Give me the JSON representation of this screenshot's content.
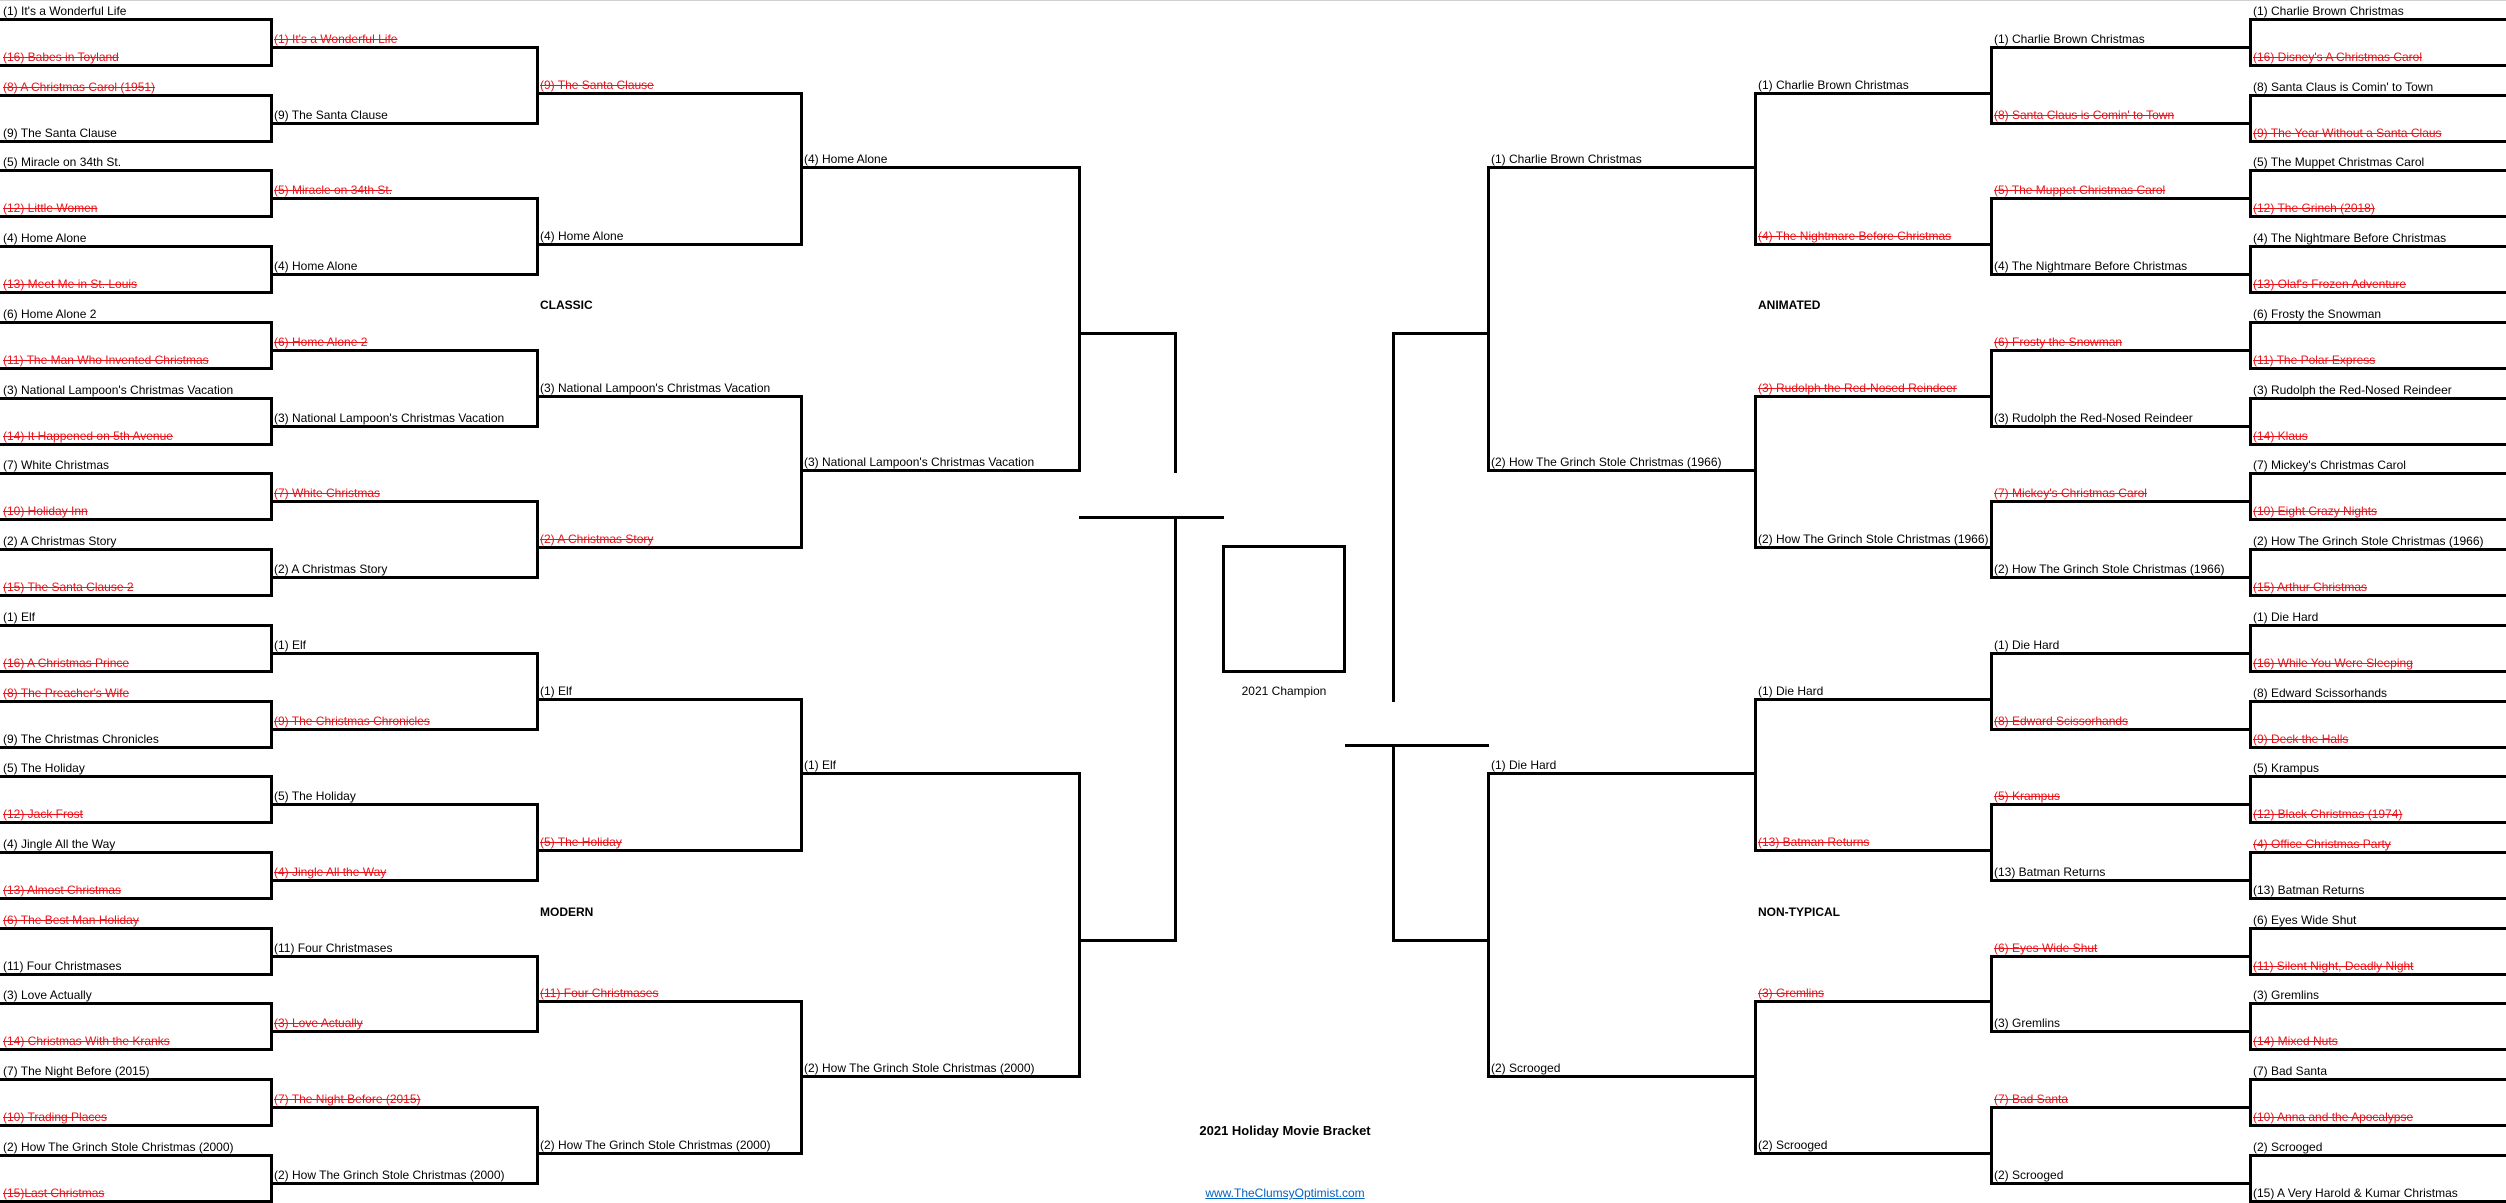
{
  "title": "2021 Holiday Movie Bracket",
  "website": "www.TheClumsyOptimist.com",
  "champion_label": "2021 Champion",
  "regions": {
    "classic": "CLASSIC",
    "modern": "MODERN",
    "animated": "ANIMATED",
    "non_typical": "NON-TYPICAL"
  },
  "colors": {
    "eliminated": "#e8141b",
    "link": "#0563c1",
    "line": "#000000"
  },
  "left": {
    "round1": [
      {
        "name": "(1) It's a Wonderful Life",
        "eliminated": false
      },
      {
        "name": "(16) Babes in Toyland",
        "eliminated": true
      },
      {
        "name": "(8) A Christmas Carol (1951)",
        "eliminated": true
      },
      {
        "name": "(9) The Santa Clause",
        "eliminated": false
      },
      {
        "name": "(5) Miracle on 34th St.",
        "eliminated": false
      },
      {
        "name": "(12) Little Women",
        "eliminated": true
      },
      {
        "name": "(4) Home Alone",
        "eliminated": false
      },
      {
        "name": "(13) Meet Me in St. Louis",
        "eliminated": true
      },
      {
        "name": "(6) Home Alone 2",
        "eliminated": false
      },
      {
        "name": "(11) The Man Who Invented Christmas",
        "eliminated": true
      },
      {
        "name": "(3) National Lampoon's Christmas Vacation",
        "eliminated": false
      },
      {
        "name": "(14) It Happened on 5th Avenue",
        "eliminated": true
      },
      {
        "name": "(7) White Christmas",
        "eliminated": false
      },
      {
        "name": "(10) Holiday Inn",
        "eliminated": true
      },
      {
        "name": "(2) A Christmas Story",
        "eliminated": false
      },
      {
        "name": "(15) The Santa Clause 2",
        "eliminated": true
      },
      {
        "name": "(1) Elf",
        "eliminated": false
      },
      {
        "name": "(16) A Christmas Prince",
        "eliminated": true
      },
      {
        "name": "(8) The Preacher's Wife",
        "eliminated": true
      },
      {
        "name": "(9) The Christmas Chronicles",
        "eliminated": false
      },
      {
        "name": "(5) The Holiday",
        "eliminated": false
      },
      {
        "name": "(12) Jack Frost",
        "eliminated": true
      },
      {
        "name": "(4) Jingle All the Way",
        "eliminated": false
      },
      {
        "name": "(13) Almost Christmas",
        "eliminated": true
      },
      {
        "name": "(6) The Best Man Holiday",
        "eliminated": true
      },
      {
        "name": "(11) Four Christmases",
        "eliminated": false
      },
      {
        "name": "(3) Love Actually",
        "eliminated": false
      },
      {
        "name": "(14) Christmas With the Kranks",
        "eliminated": true
      },
      {
        "name": "(7) The Night Before (2015)",
        "eliminated": false
      },
      {
        "name": "(10) Trading Places",
        "eliminated": true
      },
      {
        "name": "(2) How The Grinch Stole Christmas (2000)",
        "eliminated": false
      },
      {
        "name": "(15)Last Christmas",
        "eliminated": true
      }
    ],
    "round2": [
      {
        "name": "(1) It's a Wonderful Life",
        "eliminated": true
      },
      {
        "name": "(9) The Santa Clause",
        "eliminated": false
      },
      {
        "name": "(5) Miracle on 34th St.",
        "eliminated": true
      },
      {
        "name": "(4) Home Alone",
        "eliminated": false
      },
      {
        "name": "(6) Home Alone 2",
        "eliminated": true
      },
      {
        "name": "(3) National Lampoon's Christmas Vacation",
        "eliminated": false
      },
      {
        "name": "(7) White Christmas",
        "eliminated": true
      },
      {
        "name": "(2) A Christmas Story",
        "eliminated": false
      },
      {
        "name": "(1) Elf",
        "eliminated": false
      },
      {
        "name": "(9) The Christmas Chronicles",
        "eliminated": true
      },
      {
        "name": "(5) The Holiday",
        "eliminated": false
      },
      {
        "name": "(4) Jingle All the Way",
        "eliminated": true
      },
      {
        "name": "(11) Four Christmases",
        "eliminated": false
      },
      {
        "name": "(3) Love Actually",
        "eliminated": true
      },
      {
        "name": "(7) The Night Before (2015)",
        "eliminated": true
      },
      {
        "name": "(2) How The Grinch Stole Christmas (2000)",
        "eliminated": false
      }
    ],
    "round3": [
      {
        "name": "(9) The Santa Clause",
        "eliminated": true
      },
      {
        "name": "(4) Home Alone",
        "eliminated": false
      },
      {
        "name": "(3) National Lampoon's Christmas Vacation",
        "eliminated": false
      },
      {
        "name": "(2) A Christmas Story",
        "eliminated": true
      },
      {
        "name": "(1) Elf",
        "eliminated": false
      },
      {
        "name": "(5) The Holiday",
        "eliminated": true
      },
      {
        "name": "(11) Four Christmases",
        "eliminated": true
      },
      {
        "name": "(2) How The Grinch Stole Christmas (2000)",
        "eliminated": false
      }
    ],
    "round4": [
      {
        "name": "(4) Home Alone",
        "eliminated": false
      },
      {
        "name": "(3) National Lampoon's Christmas Vacation",
        "eliminated": false
      },
      {
        "name": "(1) Elf",
        "eliminated": false
      },
      {
        "name": "(2) How The Grinch Stole Christmas (2000)",
        "eliminated": false
      }
    ]
  },
  "right": {
    "round1": [
      {
        "name": "(1) Charlie Brown Christmas",
        "eliminated": false
      },
      {
        "name": "(16) Disney's A Christmas Carol",
        "eliminated": true
      },
      {
        "name": "(8) Santa Claus is Comin' to Town",
        "eliminated": false
      },
      {
        "name": "(9) The Year Without a Santa Claus",
        "eliminated": true
      },
      {
        "name": "(5) The Muppet Christmas Carol",
        "eliminated": false
      },
      {
        "name": "(12) The Grinch (2018)",
        "eliminated": true
      },
      {
        "name": "(4) The Nightmare Before Christmas",
        "eliminated": false
      },
      {
        "name": "(13) Olaf's Frozen Adventure",
        "eliminated": true
      },
      {
        "name": "(6) Frosty the Snowman",
        "eliminated": false
      },
      {
        "name": "(11) The Polar Express",
        "eliminated": true
      },
      {
        "name": "(3) Rudolph the Red-Nosed Reindeer",
        "eliminated": false
      },
      {
        "name": "(14) Klaus",
        "eliminated": true
      },
      {
        "name": "(7) Mickey's Christmas Carol",
        "eliminated": false
      },
      {
        "name": "(10) Eight Crazy Nights",
        "eliminated": true
      },
      {
        "name": "(2) How The Grinch Stole Christmas (1966)",
        "eliminated": false
      },
      {
        "name": "(15) Arthur Christmas",
        "eliminated": true
      },
      {
        "name": "(1) Die Hard",
        "eliminated": false
      },
      {
        "name": "(16) While You Were Sleeping",
        "eliminated": true
      },
      {
        "name": "(8) Edward Scissorhands",
        "eliminated": false
      },
      {
        "name": "(9) Deck the Halls",
        "eliminated": true
      },
      {
        "name": "(5) Krampus",
        "eliminated": false
      },
      {
        "name": "(12) Black Christmas (1974)",
        "eliminated": true
      },
      {
        "name": "(4) Office Christmas Party",
        "eliminated": true
      },
      {
        "name": "(13) Batman Returns",
        "eliminated": false
      },
      {
        "name": "(6) Eyes Wide Shut",
        "eliminated": false
      },
      {
        "name": "(11) Silent Night, Deadly Night",
        "eliminated": true
      },
      {
        "name": "(3) Gremlins",
        "eliminated": false
      },
      {
        "name": "(14) Mixed Nuts",
        "eliminated": true
      },
      {
        "name": "(7) Bad Santa",
        "eliminated": false
      },
      {
        "name": "(10) Anna and the Apocalypse",
        "eliminated": true
      },
      {
        "name": "(2) Scrooged",
        "eliminated": false
      },
      {
        "name": "(15) A Very Harold & Kumar Christmas",
        "eliminated": false
      }
    ],
    "round2": [
      {
        "name": "(1) Charlie Brown Christmas",
        "eliminated": false
      },
      {
        "name": "(8) Santa Claus is Comin' to Town",
        "eliminated": true
      },
      {
        "name": "(5) The Muppet Christmas Carol",
        "eliminated": true
      },
      {
        "name": "(4) The Nightmare Before Christmas",
        "eliminated": false
      },
      {
        "name": "(6) Frosty the Snowman",
        "eliminated": true
      },
      {
        "name": "(3) Rudolph the Red-Nosed Reindeer",
        "eliminated": false
      },
      {
        "name": "(7) Mickey's Christmas Carol",
        "eliminated": true
      },
      {
        "name": "(2) How The Grinch Stole Christmas (1966)",
        "eliminated": false
      },
      {
        "name": "(1) Die Hard",
        "eliminated": false
      },
      {
        "name": "(8) Edward Scissorhands",
        "eliminated": true
      },
      {
        "name": "(5) Krampus",
        "eliminated": true
      },
      {
        "name": "(13) Batman Returns",
        "eliminated": false
      },
      {
        "name": "(6) Eyes Wide Shut",
        "eliminated": true
      },
      {
        "name": "(3) Gremlins",
        "eliminated": false
      },
      {
        "name": "(7) Bad Santa",
        "eliminated": true
      },
      {
        "name": "(2) Scrooged",
        "eliminated": false
      }
    ],
    "round3": [
      {
        "name": "(1) Charlie Brown Christmas",
        "eliminated": false
      },
      {
        "name": "(4) The Nightmare Before Christmas",
        "eliminated": true
      },
      {
        "name": "(3) Rudolph the Red-Nosed Reindeer",
        "eliminated": true
      },
      {
        "name": "(2) How The Grinch Stole Christmas (1966)",
        "eliminated": false
      },
      {
        "name": "(1) Die Hard",
        "eliminated": false
      },
      {
        "name": "(13) Batman Returns",
        "eliminated": true
      },
      {
        "name": "(3) Gremlins",
        "eliminated": true
      },
      {
        "name": "(2) Scrooged",
        "eliminated": false
      }
    ],
    "round4": [
      {
        "name": "(1) Charlie Brown Christmas",
        "eliminated": false
      },
      {
        "name": "(2) How The Grinch Stole Christmas (1966)",
        "eliminated": false
      },
      {
        "name": "(1) Die Hard",
        "eliminated": false
      },
      {
        "name": "(2) Scrooged",
        "eliminated": false
      }
    ]
  }
}
